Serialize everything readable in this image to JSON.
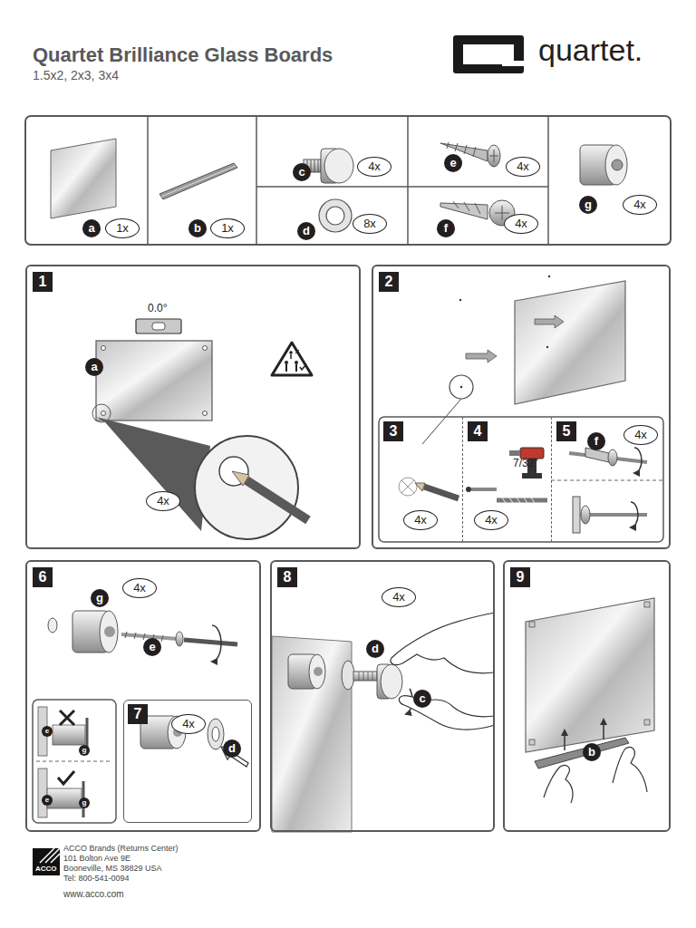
{
  "diagram": {
    "title": "Quartet Brilliance Glass Boards",
    "nodes": [
      {
        "text": [
          "a",
          "1x"
        ]
      },
      {
        "text": [
          "b",
          "1x"
        ]
      },
      {
        "text": [
          "c",
          "4x"
        ]
      },
      {
        "text": [
          "d",
          "8x"
        ]
      },
      {
        "text": [
          "e",
          "4x"
        ]
      },
      {
        "text": [
          "f",
          "4x"
        ]
      },
      {
        "text": [
          "g",
          "4x"
        ]
      },
      {
        "text": [
          "1"
        ]
      },
      {
        "text": [
          "2"
        ]
      },
      {
        "text": [
          "3"
        ],
        "in": 8
      },
      {
        "text": [
          "4"
        ],
        "in": 8
      },
      {
        "text": [
          "5"
        ],
        "in": 8
      },
      {
        "text": [
          "6"
        ]
      },
      {
        "text": [
          "7"
        ],
        "in": 12
      },
      {
        "text": [
          "8"
        ]
      },
      {
        "text": [
          "9"
        ]
      }
    ],
    "labels": [
      "1.5x2, 2x3, 3x4",
      "quartet.",
      "0.0°",
      "a",
      "4x",
      "4x",
      "7/32\"",
      "4x",
      "4x",
      "f",
      "4x",
      "g",
      "e",
      "e",
      "g",
      "e",
      "g",
      "4x",
      "d",
      "4x",
      "d",
      "c",
      "b",
      "ACCO",
      "ACCO Brands (Returns Center)",
      "101 Bolton Ave 9E",
      "Booneville, MS 38829 USA",
      "Tel: 800-541-0094",
      "www.acco.com"
    ]
  }
}
